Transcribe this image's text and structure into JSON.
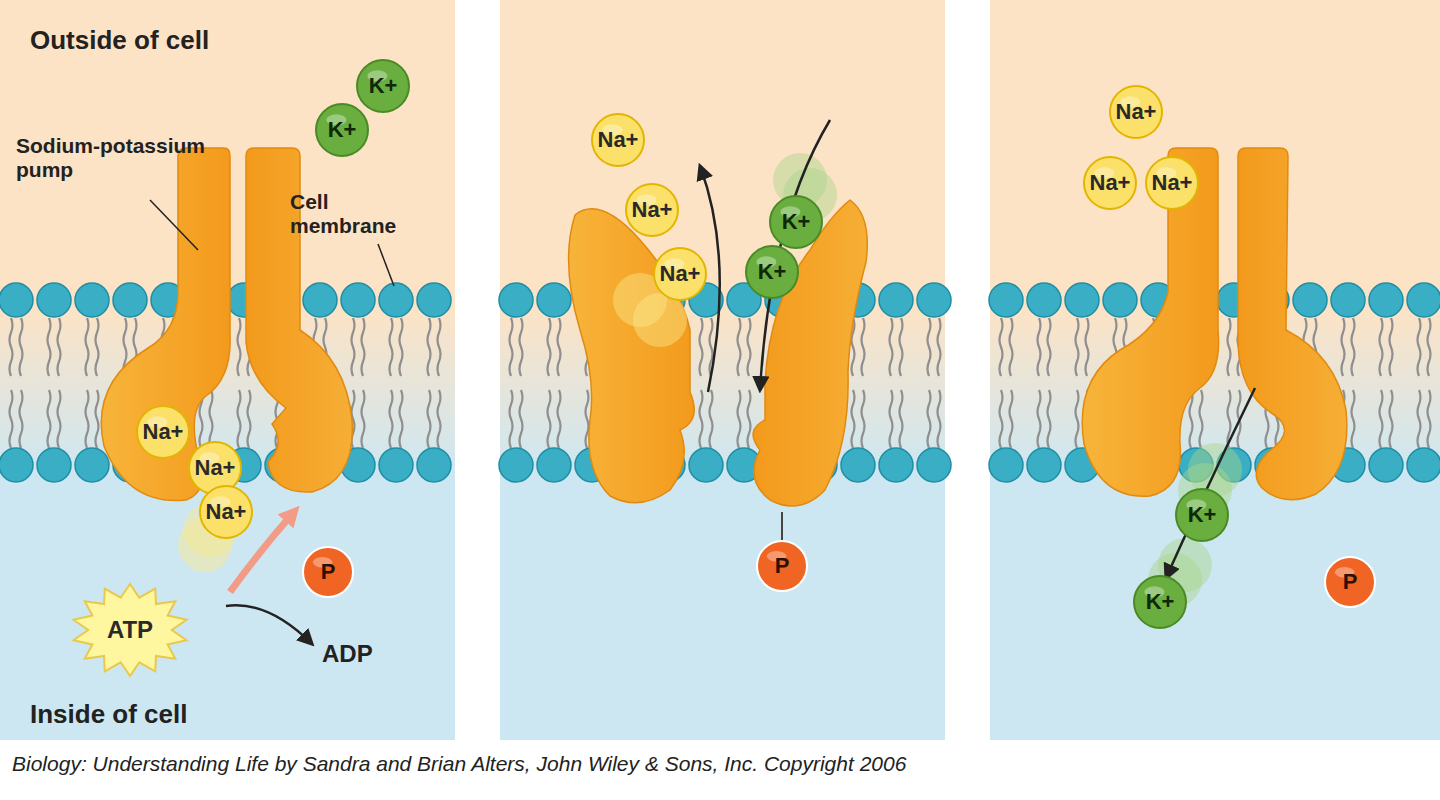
{
  "diagram": {
    "caption": "Biology: Understanding Life by Sandra and Brian Alters, John Wiley & Sons, Inc. Copyright 2006",
    "nodes": [
      {
        "text": [
          "K+"
        ]
      },
      {
        "text": [
          "K+"
        ]
      },
      {
        "text": [
          "Na+"
        ]
      },
      {
        "text": [
          "Na+"
        ]
      },
      {
        "text": [
          "Na+"
        ]
      },
      {
        "text": [
          "ATP"
        ]
      },
      {
        "text": [
          "P"
        ]
      },
      {
        "text": [
          "Na+"
        ]
      },
      {
        "text": [
          "Na+"
        ]
      },
      {
        "text": [
          "Na+"
        ]
      },
      {
        "text": [
          "K+"
        ]
      },
      {
        "text": [
          "K+"
        ]
      },
      {
        "text": [
          "P"
        ]
      },
      {
        "text": [
          "Na+"
        ]
      },
      {
        "text": [
          "Na+"
        ]
      },
      {
        "text": [
          "Na+"
        ]
      },
      {
        "text": [
          "K+"
        ]
      },
      {
        "text": [
          "K+"
        ]
      },
      {
        "text": [
          "P"
        ]
      }
    ],
    "labels": [
      "Outside of cell",
      "Sodium-potassium pump",
      "Cell membrane",
      "ADP",
      "Inside of cell"
    ]
  }
}
